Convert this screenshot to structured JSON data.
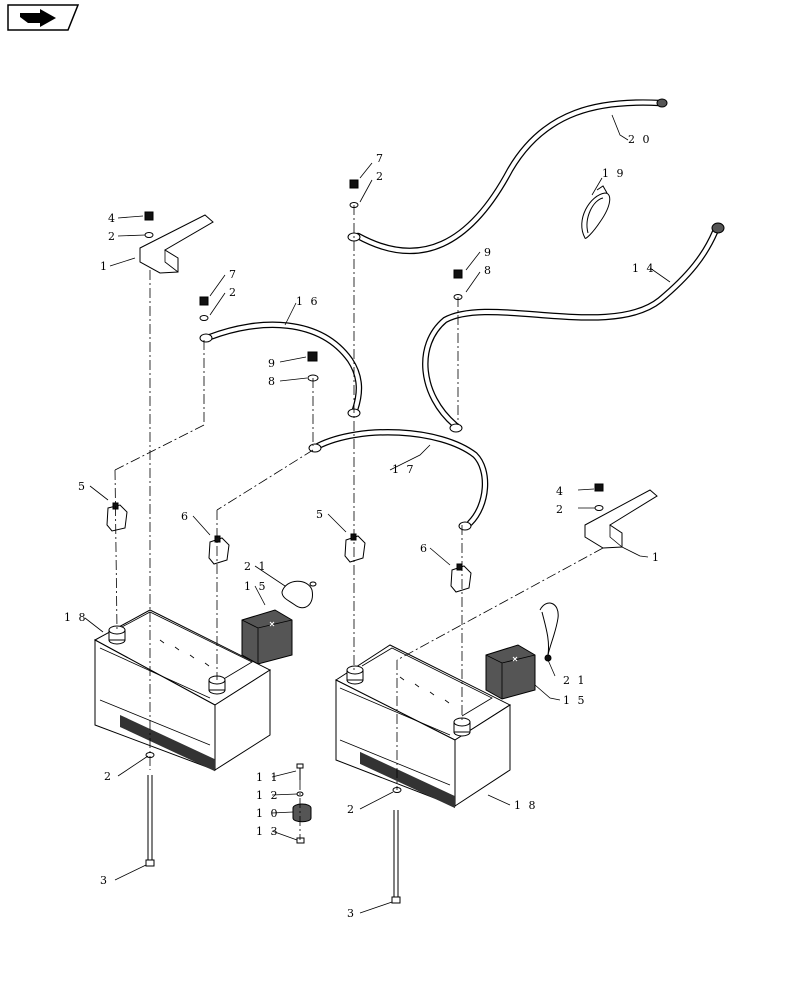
{
  "header": {
    "nav_icon": "next-page-arrow-icon"
  },
  "callouts": [
    {
      "id": "c20",
      "label": "2 0"
    },
    {
      "id": "c7a",
      "label": "7"
    },
    {
      "id": "c2a",
      "label": "2"
    },
    {
      "id": "c19",
      "label": "1 9"
    },
    {
      "id": "c4a",
      "label": "4"
    },
    {
      "id": "c2b",
      "label": "2"
    },
    {
      "id": "c1a",
      "label": "1"
    },
    {
      "id": "c9a",
      "label": "9"
    },
    {
      "id": "c8a",
      "label": "8"
    },
    {
      "id": "c14",
      "label": "1 4"
    },
    {
      "id": "c7b",
      "label": "7"
    },
    {
      "id": "c2c",
      "label": "2"
    },
    {
      "id": "c16",
      "label": "1 6"
    },
    {
      "id": "c9b",
      "label": "9"
    },
    {
      "id": "c8b",
      "label": "8"
    },
    {
      "id": "c17",
      "label": "1 7"
    },
    {
      "id": "c5a",
      "label": "5"
    },
    {
      "id": "c6a",
      "label": "6"
    },
    {
      "id": "c5b",
      "label": "5"
    },
    {
      "id": "c4b",
      "label": "4"
    },
    {
      "id": "c2d",
      "label": "2"
    },
    {
      "id": "c1b",
      "label": "1"
    },
    {
      "id": "c6b",
      "label": "6"
    },
    {
      "id": "c21a",
      "label": "2 1"
    },
    {
      "id": "c15a",
      "label": "1 5"
    },
    {
      "id": "c18a",
      "label": "1 8"
    },
    {
      "id": "c21b",
      "label": "2 1"
    },
    {
      "id": "c15b",
      "label": "1 5"
    },
    {
      "id": "c2e",
      "label": "2"
    },
    {
      "id": "c11",
      "label": "1 1"
    },
    {
      "id": "c12",
      "label": "1 2"
    },
    {
      "id": "c10",
      "label": "1 0"
    },
    {
      "id": "c13",
      "label": "1 3"
    },
    {
      "id": "c2f",
      "label": "2"
    },
    {
      "id": "c18b",
      "label": "1 8"
    },
    {
      "id": "c3a",
      "label": "3"
    },
    {
      "id": "c3b",
      "label": "3"
    }
  ]
}
